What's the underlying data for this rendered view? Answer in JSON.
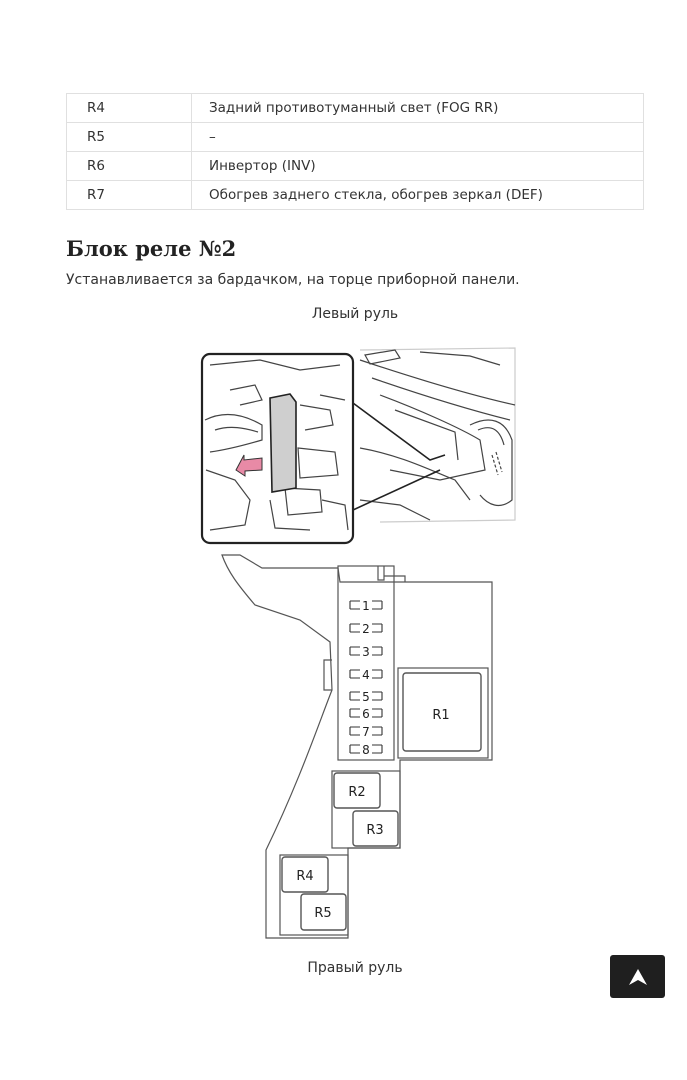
{
  "relay_table": {
    "rows": [
      {
        "code": "R4",
        "description": "Задний противотуманный свет (FOG RR)"
      },
      {
        "code": "R5",
        "description": "–"
      },
      {
        "code": "R6",
        "description": "Инвертор (INV)"
      },
      {
        "code": "R7",
        "description": "Обогрев заднего стекла, обогрев зеркал (DEF)"
      }
    ]
  },
  "section": {
    "title": "Блок реле №2",
    "intro": "Устанавливается за бардачком, на торце приборной панели."
  },
  "captions": {
    "left_hand_drive": "Левый руль",
    "right_hand_drive": "Правый руль"
  },
  "fuse_block": {
    "fuses": [
      "1",
      "2",
      "3",
      "4",
      "5",
      "6",
      "7",
      "8"
    ],
    "relays": [
      "R1",
      "R2",
      "R3",
      "R4",
      "R5"
    ]
  },
  "scroll_top_icon": "arrow-up-icon"
}
